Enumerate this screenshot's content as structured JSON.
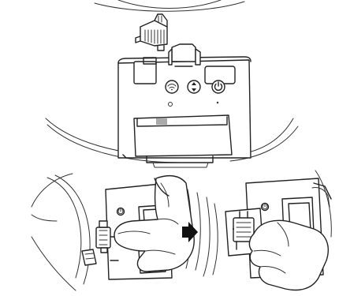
{
  "illustration": {
    "top": {
      "description_icons": [
        "wifi-icon",
        "up-down-icon",
        "power-icon"
      ],
      "connector": "ribbon-connector"
    },
    "bottom_left": {
      "action": "finger-pressing-connector"
    },
    "arrow": {
      "icon": "right-arrow-icon",
      "color": "#111111"
    },
    "bottom_right": {
      "action": "hand-holding-connector"
    }
  }
}
